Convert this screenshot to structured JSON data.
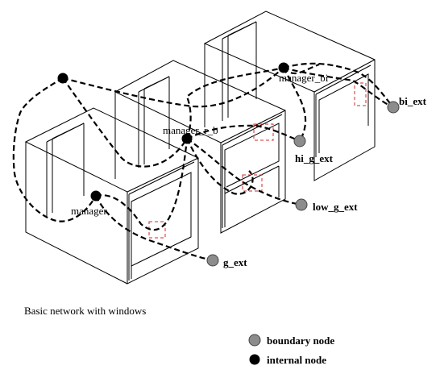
{
  "caption": "Basic network with windows",
  "legend": {
    "boundary_label": "boundary node",
    "internal_label": "internal node",
    "boundary_color": "#8c8c8c",
    "internal_color": "#000000"
  },
  "nodes": {
    "manager": "manager",
    "manager_r_b": "manager_r_b",
    "manager_bi": "manager_bi",
    "g_ext": "g_ext",
    "low_g_ext": "low_g_ext",
    "hi_g_ext": "hi_g_ext",
    "bi_ext": "bi_ext"
  },
  "colors": {
    "window_highlight": "#d12b2b"
  }
}
